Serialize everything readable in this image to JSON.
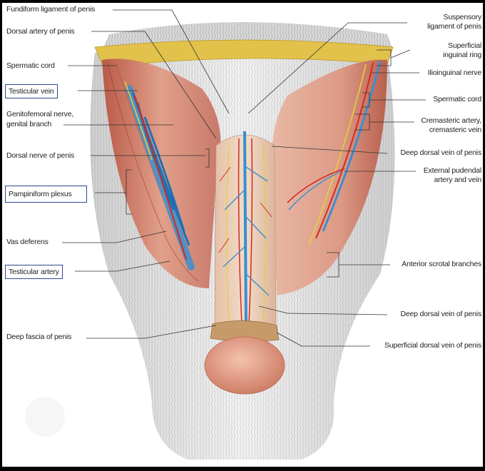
{
  "labels": {
    "left": {
      "fundiform": "Fundiform ligament of penis",
      "dorsal_artery": "Dorsal artery of penis",
      "spermatic_cord": "Spermatic cord",
      "testicular_vein": "Testicular vein",
      "genitofemoral_1": "Genitofemoral nerve,",
      "genitofemoral_2": "genital branch",
      "dorsal_nerve": "Dorsal nerve of penis",
      "pampiniform": "Pampiniform plexus",
      "vas_deferens": "Vas deferens",
      "testicular_artery": "Testicular artery",
      "deep_fascia": "Deep fascia of penis"
    },
    "right": {
      "suspensory_1": "Suspensory",
      "suspensory_2": "ligament of penis",
      "superficial_ring_1": "Superficial",
      "superficial_ring_2": "inguinal ring",
      "ilioinguinal": "Ilioinguinal nerve",
      "spermatic_cord": "Spermatic cord",
      "cremasteric_1": "Cremasteric artery,",
      "cremasteric_2": "cremasteric vein",
      "deep_dorsal_vein_top": "Deep dorsal vein of penis",
      "ext_pudendal_1": "External pudendal",
      "ext_pudendal_2": "artery and vein",
      "anterior_scrotal": "Anterior scrotal branches",
      "deep_dorsal_vein_bottom": "Deep dorsal vein of penis",
      "superficial_dorsal_vein": "Superficial dorsal vein of penis"
    }
  },
  "colors": {
    "highlight_box": "#2b4a8c",
    "vein": "#3a8fd0",
    "artery": "#d42a22",
    "nerve": "#e6cf3a",
    "fascia": "#e2c24a",
    "muscle": "#d98f7a",
    "glans": "#e19a82",
    "scrotum": "#e7e7e7"
  }
}
